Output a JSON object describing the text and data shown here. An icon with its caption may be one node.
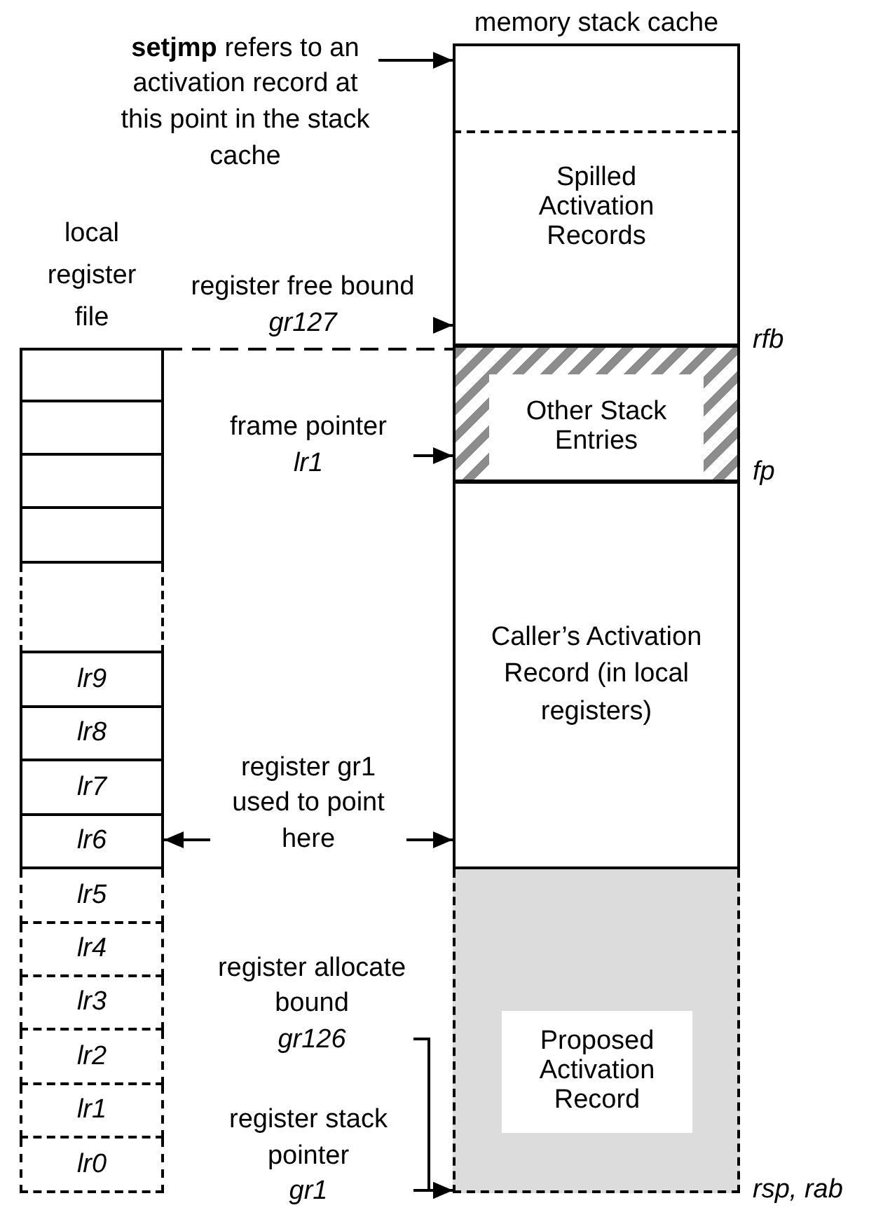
{
  "diagram": {
    "nodes": [
      {
        "text": [
          "memory stack cache"
        ]
      },
      {
        "text": [],
        "shape": "box",
        "in": 0
      },
      {
        "text": [
          "Spilled Activation Records"
        ],
        "in": 0
      },
      {
        "text": [
          "Other Stack Entries"
        ],
        "in": 0
      },
      {
        "text": [
          "Caller’s Activation Record (in local registers)"
        ],
        "in": 0
      },
      {
        "text": [
          "Proposed Activation Record"
        ],
        "in": 0
      },
      {
        "text": [
          "local register file"
        ]
      },
      {
        "text": [],
        "shape": "box",
        "in": 6
      },
      {
        "text": [],
        "shape": "box",
        "in": 6
      },
      {
        "text": [],
        "shape": "box",
        "in": 6
      },
      {
        "text": [],
        "shape": "box",
        "in": 6
      },
      {
        "text": [],
        "shape": "box",
        "in": 6
      },
      {
        "text": [
          "lr9"
        ],
        "in": 6
      },
      {
        "text": [
          "lr8"
        ],
        "in": 6
      },
      {
        "text": [
          "lr7"
        ],
        "in": 6
      },
      {
        "text": [
          "lr6"
        ],
        "in": 6
      },
      {
        "text": [
          "lr5"
        ],
        "in": 6
      },
      {
        "text": [
          "lr4"
        ],
        "in": 6
      },
      {
        "text": [
          "lr3"
        ],
        "in": 6
      },
      {
        "text": [
          "lr2"
        ],
        "in": 6
      },
      {
        "text": [
          "lr1"
        ],
        "in": 6
      },
      {
        "text": [
          "lr0"
        ],
        "in": 6
      },
      {
        "text": [
          "**setjmp** refers to an activation record at this point in the stack cache"
        ]
      },
      {
        "text": [
          "register free bound",
          "gr127"
        ]
      },
      {
        "text": [
          "frame pointer",
          "lr1"
        ]
      },
      {
        "text": [
          "register gr1 used to point here"
        ]
      },
      {
        "text": [
          "register allocate bound",
          "gr126"
        ]
      },
      {
        "text": [
          "register stack pointer",
          "gr1"
        ]
      }
    ],
    "edges": [
      {
        "from": 22,
        "to": 1,
        "arrow": "to"
      },
      {
        "from": 23,
        "to": 2,
        "arrow": "to"
      },
      {
        "from": 24,
        "to": 3,
        "arrow": "to"
      },
      {
        "from": 25,
        "to": 15,
        "arrow": "to"
      },
      {
        "from": 25,
        "to": 4,
        "arrow": "to"
      },
      {
        "from": 26,
        "to": 5,
        "arrow": "to"
      },
      {
        "from": 27,
        "to": 5,
        "arrow": "to"
      },
      {
        "from": 6,
        "to": 3,
        "arrow": "none",
        "style": "dashed"
      }
    ],
    "labels": [
      "rfb",
      "fp",
      "rsp, rab"
    ]
  }
}
